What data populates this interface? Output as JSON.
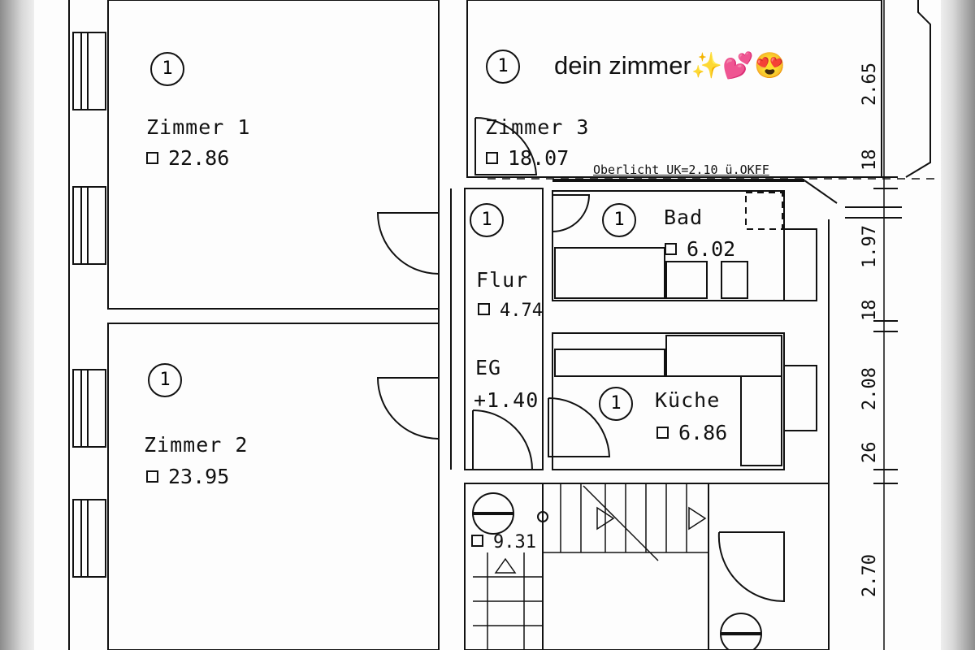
{
  "caption": "dein zimmer✨💕😍",
  "room_number": "1",
  "rooms": [
    {
      "name": "Zimmer 1",
      "area": "22.86"
    },
    {
      "name": "Zimmer 2",
      "area": "23.95"
    },
    {
      "name": "Zimmer 3",
      "area": "18.07"
    },
    {
      "name": "Flur",
      "area": "4.74"
    },
    {
      "name": "Bad",
      "area": "6.02"
    },
    {
      "name": "Küche",
      "area": "6.86"
    }
  ],
  "level": {
    "label": "EG",
    "elevation": "+1.40"
  },
  "stair_area": "9.31",
  "skylight_note": "Oberlicht UK=2.10 ü.OKFF",
  "dimensions": [
    "2.65",
    "18",
    "1.97",
    "18",
    "2.08",
    "26",
    "2.70"
  ]
}
